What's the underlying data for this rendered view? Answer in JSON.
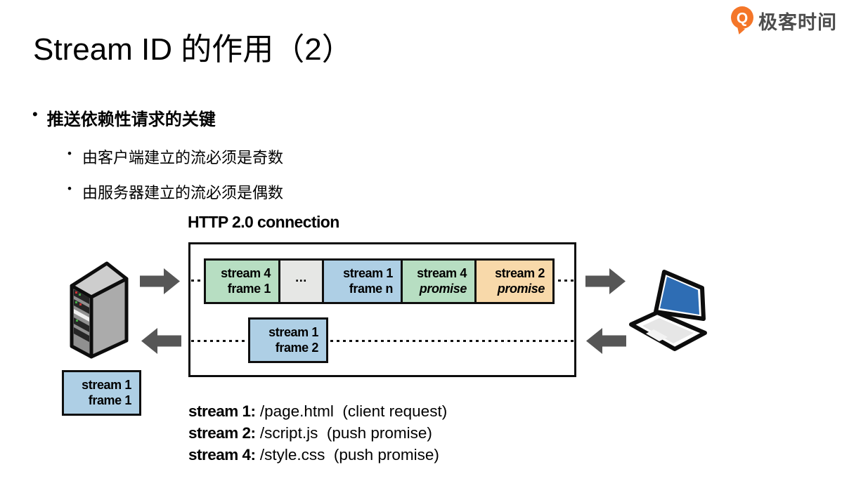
{
  "header": {
    "brand": "极客时间",
    "logo_icon": "geektime-logo-icon",
    "title": "Stream ID 的作用（2）"
  },
  "bullets": {
    "marker": "•",
    "main": "推送依赖性请求的关键",
    "sub": [
      "由客户端建立的流必须是奇数",
      "由服务器建立的流必须是偶数"
    ]
  },
  "diagram": {
    "connection_label": "HTTP 2.0 connection",
    "frames_row": [
      {
        "line1": "stream 4",
        "line2": "frame 1",
        "color": "#b7dec2"
      },
      {
        "line1": "···",
        "color": "#e6e7e5"
      },
      {
        "line1": "stream 1",
        "line2": "frame n",
        "color": "#aecfe5"
      },
      {
        "line1": "stream 4",
        "line2": "promise",
        "color": "#b7dec2",
        "italic2": true
      },
      {
        "line1": "stream 2",
        "line2": "promise",
        "color": "#f8d9aa",
        "italic2": true
      }
    ],
    "floating_frame": {
      "line1": "stream 1",
      "line2": "frame 2",
      "color": "#aecfe5"
    },
    "server_frame": {
      "line1": "stream 1",
      "line2": "frame 1",
      "color": "#aecfe5"
    },
    "icons": [
      "server-icon",
      "laptop-icon",
      "arrow-right-icon",
      "arrow-left-icon"
    ],
    "colors": {
      "green": "#b7dec2",
      "gray": "#e6e7e5",
      "blue": "#aecfe5",
      "orange": "#f8d9aa",
      "arrow": "#565656",
      "outline": "#0d0d0d",
      "laptop_screen": "#2e6db4",
      "logo_orange": "#f47629"
    }
  },
  "legend": [
    {
      "label": "stream 1:",
      "desc": " /page.html  (client request)"
    },
    {
      "label": "stream 2:",
      "desc": " /script.js  (push promise)"
    },
    {
      "label": "stream 4:",
      "desc": " /style.css  (push promise)"
    }
  ]
}
